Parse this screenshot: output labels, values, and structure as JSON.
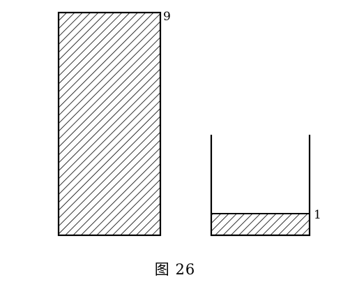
{
  "left_block": {
    "level_label": "9"
  },
  "right_container": {
    "level_label": "1"
  },
  "caption": "图 26"
}
